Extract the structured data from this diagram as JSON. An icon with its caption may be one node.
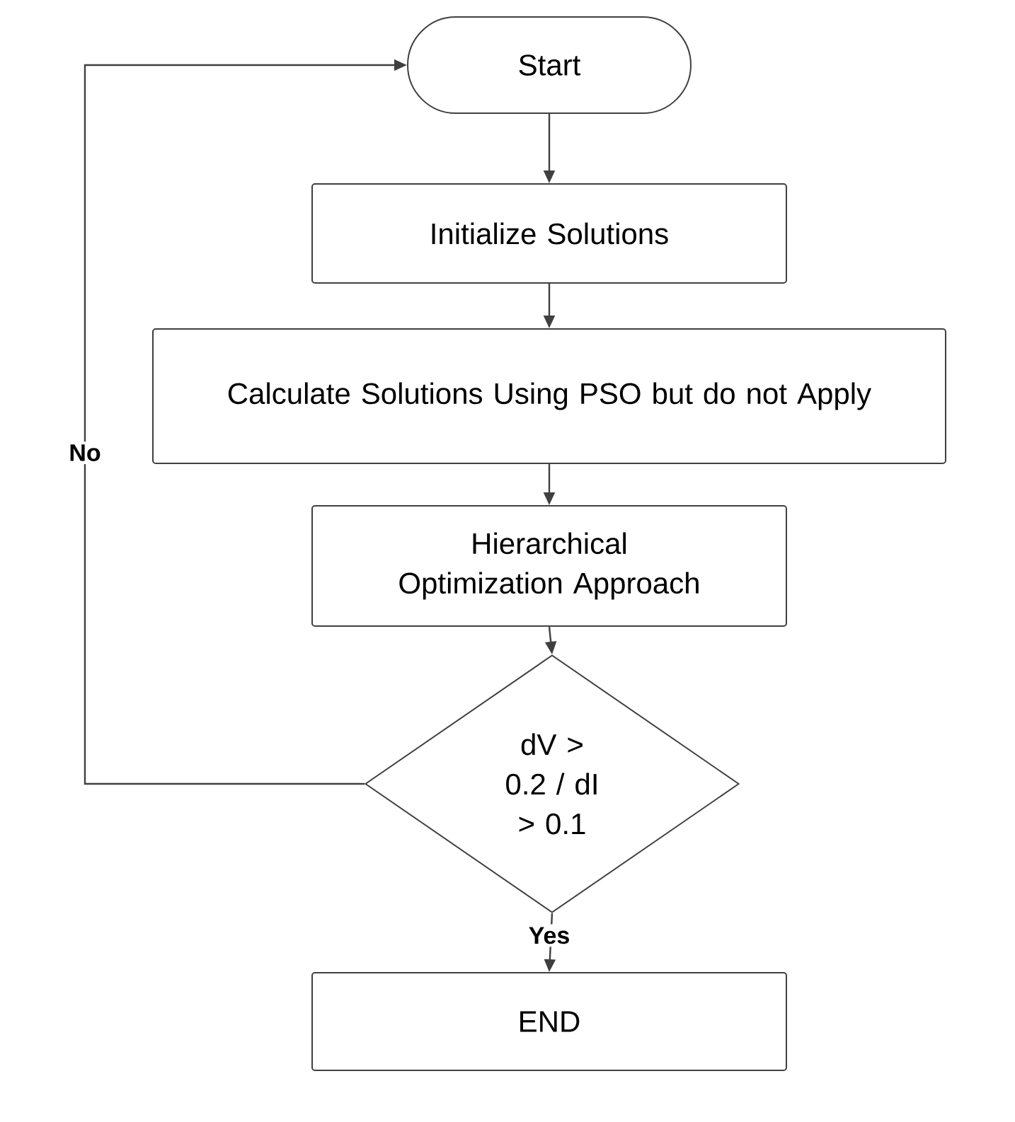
{
  "diagram": {
    "nodes": [
      {
        "text": [
          "Start"
        ]
      },
      {
        "text": [
          "Initialize Solutions"
        ]
      },
      {
        "text": [
          "Calculate Solutions Using PSO but do not Apply"
        ]
      },
      {
        "text": [
          "Hierarchical Optimization Approach"
        ]
      },
      {
        "text": [
          "dV > 0.2 / dI > 0.1"
        ]
      },
      {
        "text": [
          "END"
        ]
      }
    ],
    "edges": [
      {
        "from": 0,
        "to": 1,
        "arrow": "to"
      },
      {
        "from": 1,
        "to": 2,
        "arrow": "to"
      },
      {
        "from": 2,
        "to": 3,
        "arrow": "to"
      },
      {
        "from": 3,
        "to": 4,
        "arrow": "to"
      },
      {
        "from": 4,
        "to": 5,
        "arrow": "to",
        "label": "Yes"
      },
      {
        "from": 4,
        "to": 0,
        "arrow": "to",
        "label": "No"
      }
    ]
  }
}
